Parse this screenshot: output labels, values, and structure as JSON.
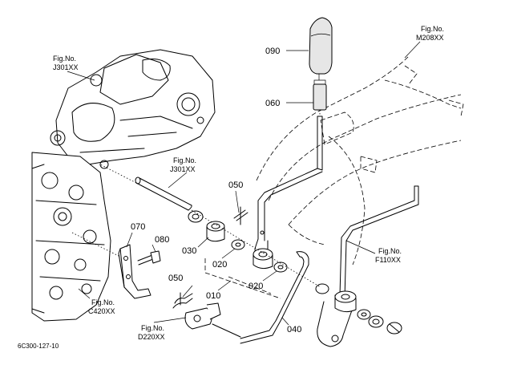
{
  "parts": {
    "p090": "090",
    "p060": "060",
    "p050_top": "050",
    "p050_bottom": "050",
    "p070": "070",
    "p080": "080",
    "p030": "030",
    "p020_top": "020",
    "p020_bottom": "020",
    "p010": "010",
    "p040": "040"
  },
  "refs": {
    "fig_no": "Fig.No.",
    "j301_left": "J301XX",
    "j301_mid": "J301XX",
    "m208": "M208XX",
    "f110": "F110XX",
    "c420": "C420XX",
    "d220": "D220XX"
  },
  "diagram_code": "6C300-127-10"
}
